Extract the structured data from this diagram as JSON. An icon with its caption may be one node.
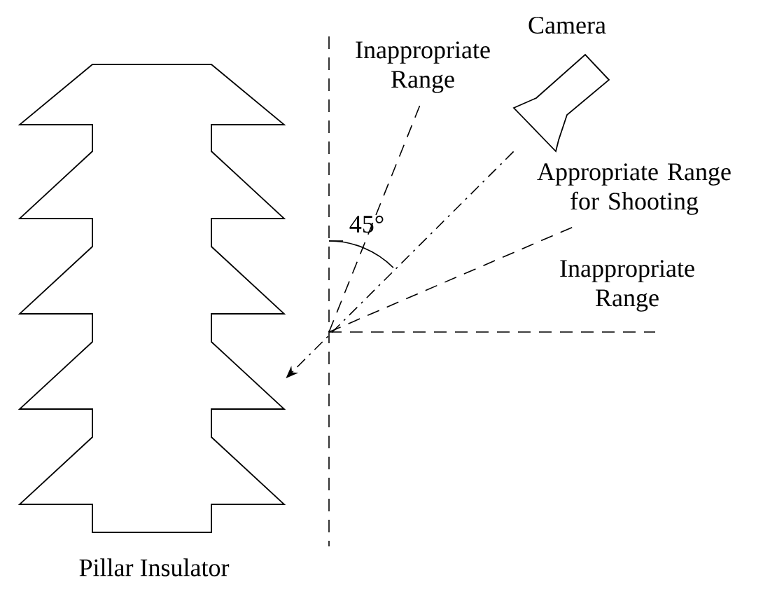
{
  "diagram": {
    "nodes": [
      {
        "text": [
          "Pillar Insulator"
        ]
      },
      {
        "text": [
          "Camera"
        ]
      }
    ],
    "edges": [
      {
        "from": 1,
        "to": 0,
        "arrow": "to"
      }
    ],
    "labels": [
      "Inappropriate Range",
      "45°",
      "Appropriate Range for Shooting",
      "Inappropriate Range"
    ]
  }
}
